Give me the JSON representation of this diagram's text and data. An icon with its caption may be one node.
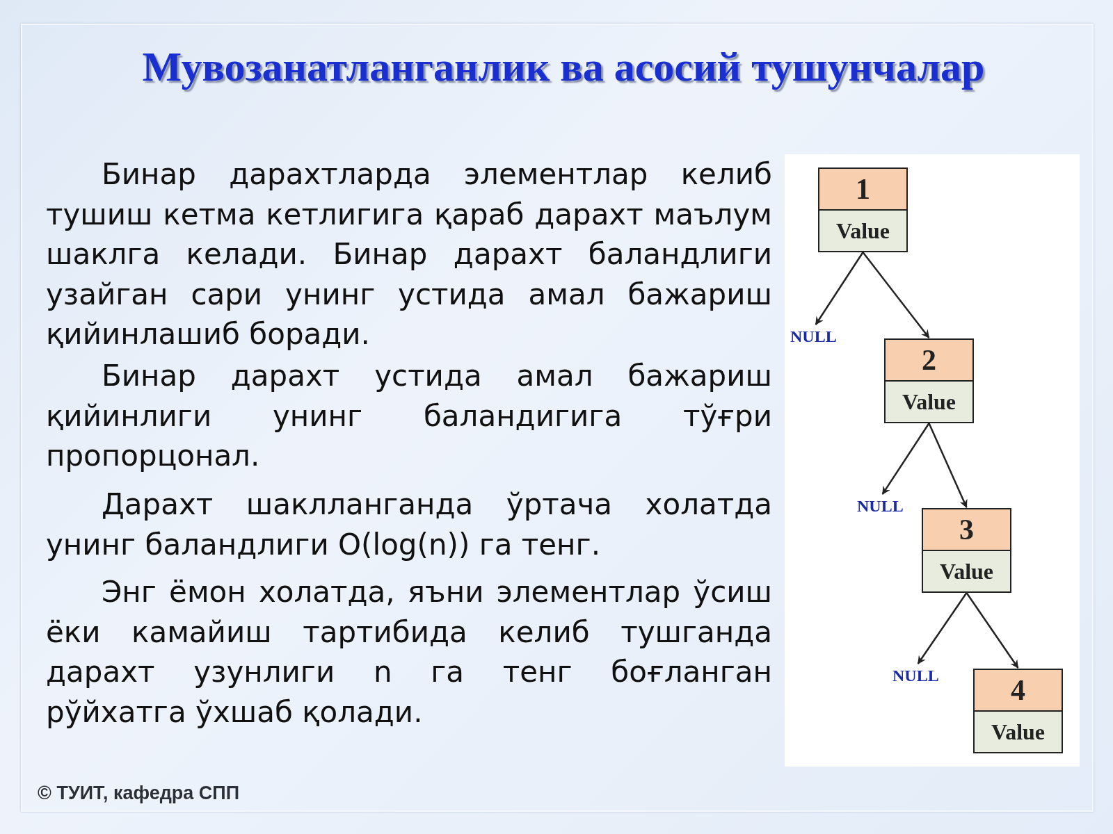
{
  "diagram": {
    "title": "Мувозанатланганлик ва асосий тушунчалар",
    "nodes": [
      {
        "text": [
          "1",
          "Value"
        ]
      },
      {
        "text": [
          "NULL"
        ]
      },
      {
        "text": [
          "2",
          "Value"
        ]
      },
      {
        "text": [
          "NULL"
        ]
      },
      {
        "text": [
          "3",
          "Value"
        ]
      },
      {
        "text": [
          "NULL"
        ]
      },
      {
        "text": [
          "4",
          "Value"
        ]
      }
    ],
    "edges": [
      {
        "from": 0,
        "to": 1,
        "arrow": "to"
      },
      {
        "from": 0,
        "to": 2,
        "arrow": "to"
      },
      {
        "from": 2,
        "to": 3,
        "arrow": "to"
      },
      {
        "from": 2,
        "to": 4,
        "arrow": "to"
      },
      {
        "from": 4,
        "to": 5,
        "arrow": "to"
      },
      {
        "from": 4,
        "to": 6,
        "arrow": "to"
      }
    ],
    "labels": [
      "Бинар дарахтларда элементлар келиб тушиш кетма кетлигига қараб дарахт маълум шаклга келади. Бинар дарахт баландлиги узайган сари унинг устида амал бажариш қийинлашиб боради.",
      "Бинар дарахт устида амал бажариш қийинлиги унинг баландигига тўғри пропорцонал.",
      "Дарахт шаклланганда ўртача холатда унинг баландлиги O(log(n)) га тенг.",
      "Энг ёмон холатда, яъни элементлар ўсиш ёки камайиш тартибида келиб тушганда дарахт узунлиги n га тенг боғланган рўйхатга ўхшаб қолади.",
      "© ТУИТ, кафедра СПП"
    ]
  }
}
